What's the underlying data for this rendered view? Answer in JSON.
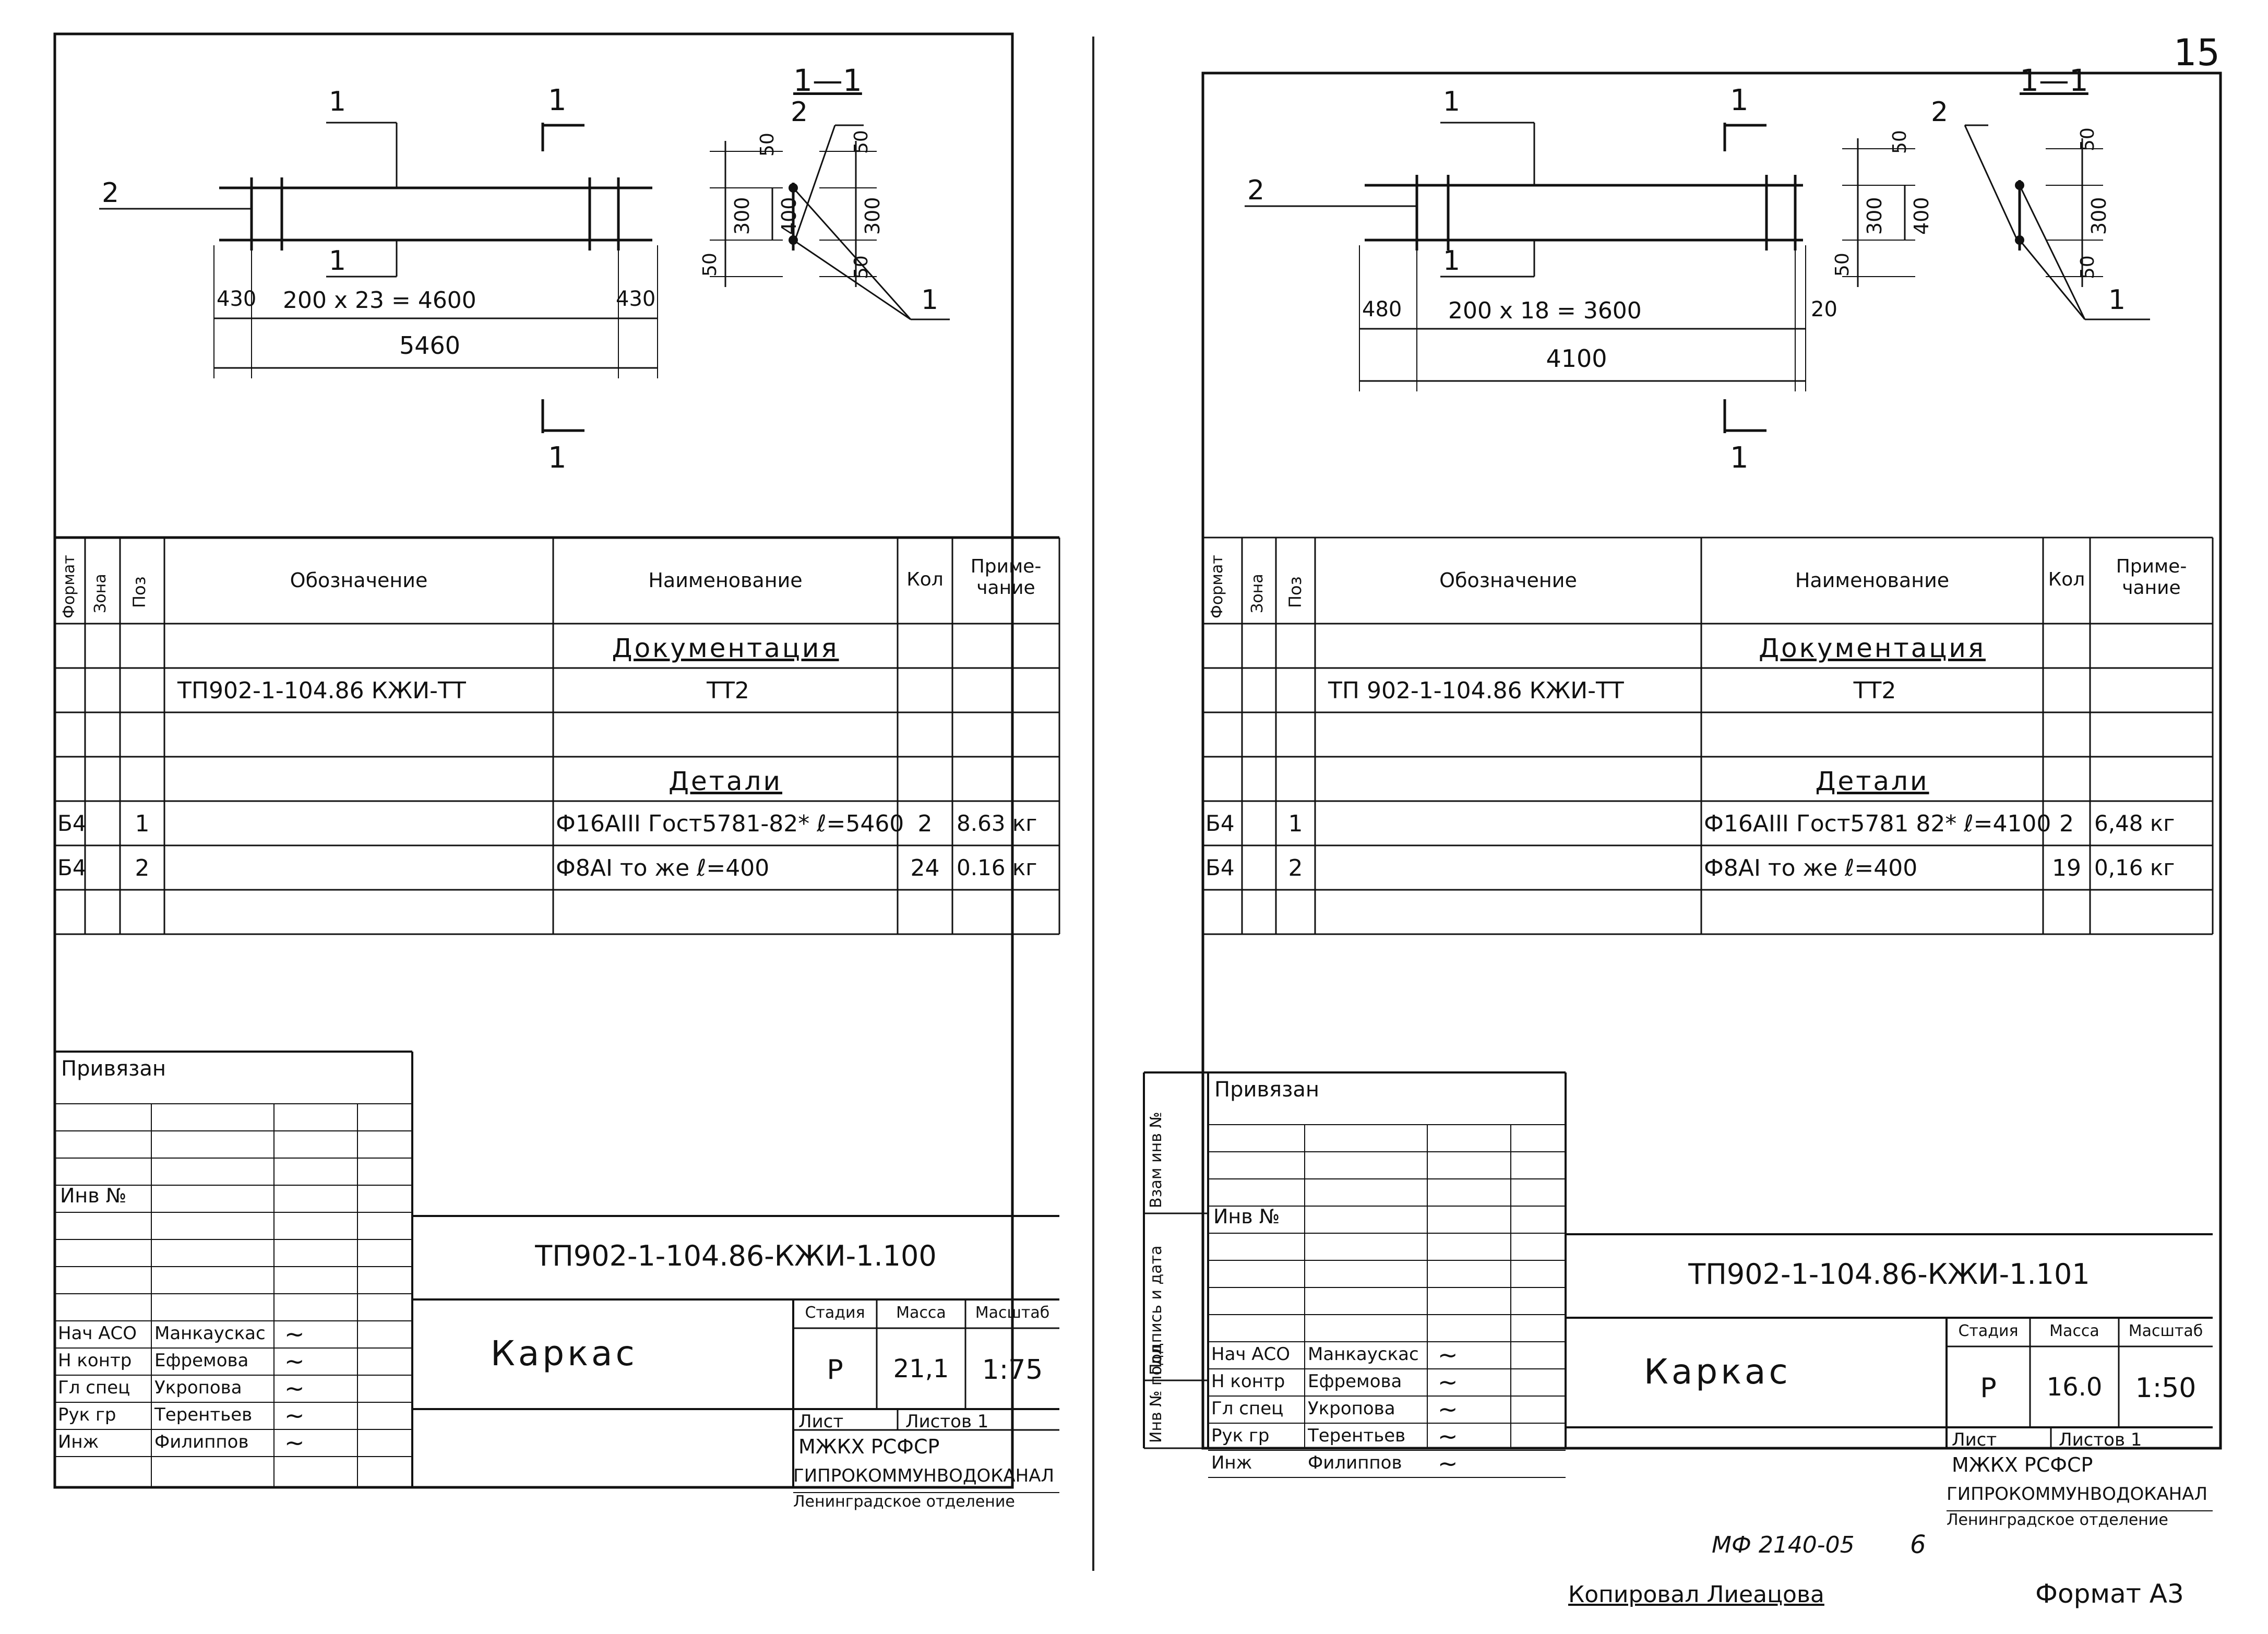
{
  "page_number": "15",
  "sheets": [
    {
      "drawing": {
        "callouts": [
          "1",
          "1",
          "2",
          "2",
          "1"
        ],
        "section_marks": [
          "1",
          "1"
        ],
        "section_title": "1—1",
        "dims": {
          "spacing": "200 x 23 = 4600",
          "left_end": "430",
          "right_end": "430",
          "overall": "5460",
          "gap_top": "50",
          "inner": "300",
          "outer": "400",
          "gap_bottom": "50",
          "sec_top": "50",
          "sec_inner": "300",
          "sec_bottom": "50"
        }
      },
      "spec_header": {
        "format": "Формат",
        "zone": "Зона",
        "pos": "Поз",
        "designation": "Обозначение",
        "name": "Наименование",
        "qty": "Кол",
        "note": "Приме-чание"
      },
      "spec_rows": [
        {
          "format": "",
          "pos": "",
          "designation": "",
          "name": "Документация",
          "qty": "",
          "note": ""
        },
        {
          "format": "",
          "pos": "",
          "designation": "ТП902-1-104.86     КЖИ-ТТ",
          "name": "ТТ2",
          "qty": "",
          "note": ""
        },
        {
          "format": "",
          "pos": "",
          "designation": "",
          "name": "",
          "qty": "",
          "note": ""
        },
        {
          "format": "",
          "pos": "",
          "designation": "",
          "name": "Детали",
          "qty": "",
          "note": ""
        },
        {
          "format": "Б4",
          "pos": "1",
          "designation": "",
          "name": "Ф16АIII Гост5781-82* ℓ=5460",
          "qty": "2",
          "note": "8.63 кг"
        },
        {
          "format": "Б4",
          "pos": "2",
          "designation": "",
          "name": "Ф8АI   то же   ℓ=400",
          "qty": "24",
          "note": "0.16 кг"
        },
        {
          "format": "",
          "pos": "",
          "designation": "",
          "name": "",
          "qty": "",
          "note": ""
        }
      ],
      "tied_label": "Привязан",
      "inv_label": "Инв №",
      "signers": [
        {
          "role": "Нач АСО",
          "name": "Манкаускас"
        },
        {
          "role": "Н контр",
          "name": "Ефремова"
        },
        {
          "role": "Гл спец",
          "name": "Укропова"
        },
        {
          "role": "Рук гр",
          "name": "Терентьев"
        },
        {
          "role": "Инж",
          "name": "Филиппов"
        }
      ],
      "doc_code": "ТП902-1-104.86-КЖИ-1.100",
      "title": "Каркас",
      "stage_label": "Стадия",
      "mass_label": "Масса",
      "scale_label": "Масштаб",
      "stage": "Р",
      "mass": "21,1",
      "scale": "1:75",
      "sheet_label": "Лист",
      "sheets_label": "Листов 1",
      "org_line1": "МЖКХ          РСФСР",
      "org_line2": "ГИПРОКОММУНВОДОКАНАЛ",
      "org_line3": "Ленинградское отделение"
    },
    {
      "drawing": {
        "callouts": [
          "1",
          "1",
          "2",
          "2",
          "1"
        ],
        "section_marks": [
          "1",
          "1"
        ],
        "section_title": "1—1",
        "dims": {
          "spacing": "200 x 18 = 3600",
          "left_end": "480",
          "right_end": "20",
          "overall": "4100",
          "gap_top": "50",
          "inner": "300",
          "outer": "400",
          "gap_bottom": "50",
          "sec_top": "50",
          "sec_inner": "300",
          "sec_bottom": "50"
        }
      },
      "spec_header": {
        "format": "Формат",
        "zone": "Зона",
        "pos": "Поз",
        "designation": "Обозначение",
        "name": "Наименование",
        "qty": "Кол",
        "note": "Приме-чание"
      },
      "spec_rows": [
        {
          "format": "",
          "pos": "",
          "designation": "",
          "name": "Документация",
          "qty": "",
          "note": ""
        },
        {
          "format": "",
          "pos": "",
          "designation": "ТП 902-1-104.86 КЖИ-ТТ",
          "name": "ТТ2",
          "qty": "",
          "note": ""
        },
        {
          "format": "",
          "pos": "",
          "designation": "",
          "name": "",
          "qty": "",
          "note": ""
        },
        {
          "format": "",
          "pos": "",
          "designation": "",
          "name": "Детали",
          "qty": "",
          "note": ""
        },
        {
          "format": "Б4",
          "pos": "1",
          "designation": "",
          "name": "Ф16АIII Гост5781 82* ℓ=4100",
          "qty": "2",
          "note": "6,48 кг"
        },
        {
          "format": "Б4",
          "pos": "2",
          "designation": "",
          "name": "Ф8АI  то же   ℓ=400",
          "qty": "19",
          "note": "0,16 кг"
        },
        {
          "format": "",
          "pos": "",
          "designation": "",
          "name": "",
          "qty": "",
          "note": ""
        }
      ],
      "tied_label": "Привязан",
      "inv_label": "Инв №",
      "side_labels": [
        "Взам инв №",
        "Подпись и дата",
        "Инв № подл"
      ],
      "signers": [
        {
          "role": "Нач АСО",
          "name": "Манкаускас"
        },
        {
          "role": "Н контр",
          "name": "Ефремова"
        },
        {
          "role": "Гл спец",
          "name": "Укропова"
        },
        {
          "role": "Рук гр",
          "name": "Терентьев"
        },
        {
          "role": "Инж",
          "name": "Филиппов"
        }
      ],
      "doc_code": "ТП902-1-104.86-КЖИ-1.101",
      "title": "Каркас",
      "stage_label": "Стадия",
      "mass_label": "Масса",
      "scale_label": "Масштаб",
      "stage": "Р",
      "mass": "16.0",
      "scale": "1:50",
      "sheet_label": "Лист",
      "sheets_label": "Листов 1",
      "org_line1": "МЖКХ          РСФСР",
      "org_line2": "ГИПРОКОММУНВОДОКАНАЛ",
      "org_line3": "Ленинградское отделение"
    }
  ],
  "footer": {
    "archive_no": "МФ 2140-05",
    "copy_no": "6",
    "copied_by": "Копировал Лиеацова",
    "format": "Формат А3"
  }
}
